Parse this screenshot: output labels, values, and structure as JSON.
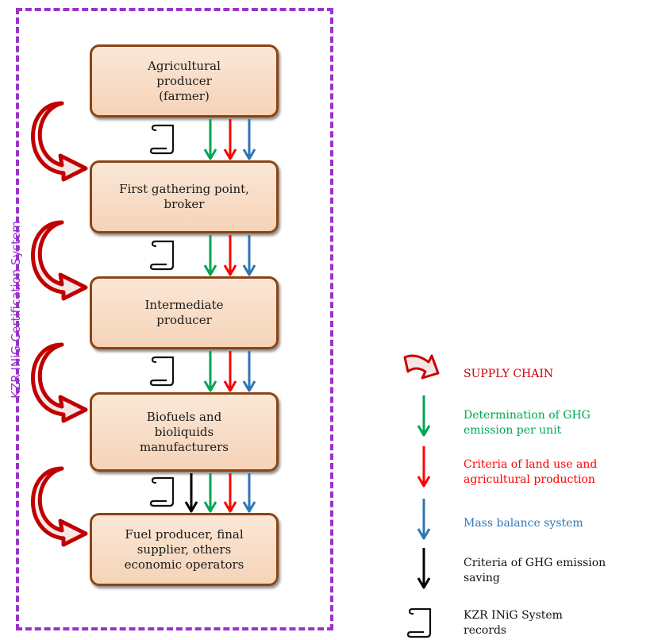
{
  "system_label": "KZR INiG Certification System",
  "nodes": [
    {
      "label": "Agricultural\nproducer\n(farmer)"
    },
    {
      "label": "First gathering point,\nbroker"
    },
    {
      "label": "Intermediate\nproducer"
    },
    {
      "label": "Biofuels and\nbioliquids\nmanufacturers"
    },
    {
      "label": "Fuel producer, final\nsupplier, others\neconomic operators"
    }
  ],
  "legend": {
    "supply_chain": {
      "label": "SUPPLY CHAIN",
      "color": "#cc0000"
    },
    "ghg_determination": {
      "label": "Determination of GHG\nemission per unit",
      "color": "#00a651"
    },
    "land_use": {
      "label": "Criteria of land use and\nagricultural production",
      "color": "#ff0000"
    },
    "mass_balance": {
      "label": "Mass balance system",
      "color": "#2e75b6"
    },
    "ghg_saving": {
      "label": "Criteria of GHG emission\nsaving",
      "color": "#000000"
    },
    "records": {
      "label": "KZR INiG System\nrecords",
      "color": "#000000"
    }
  }
}
